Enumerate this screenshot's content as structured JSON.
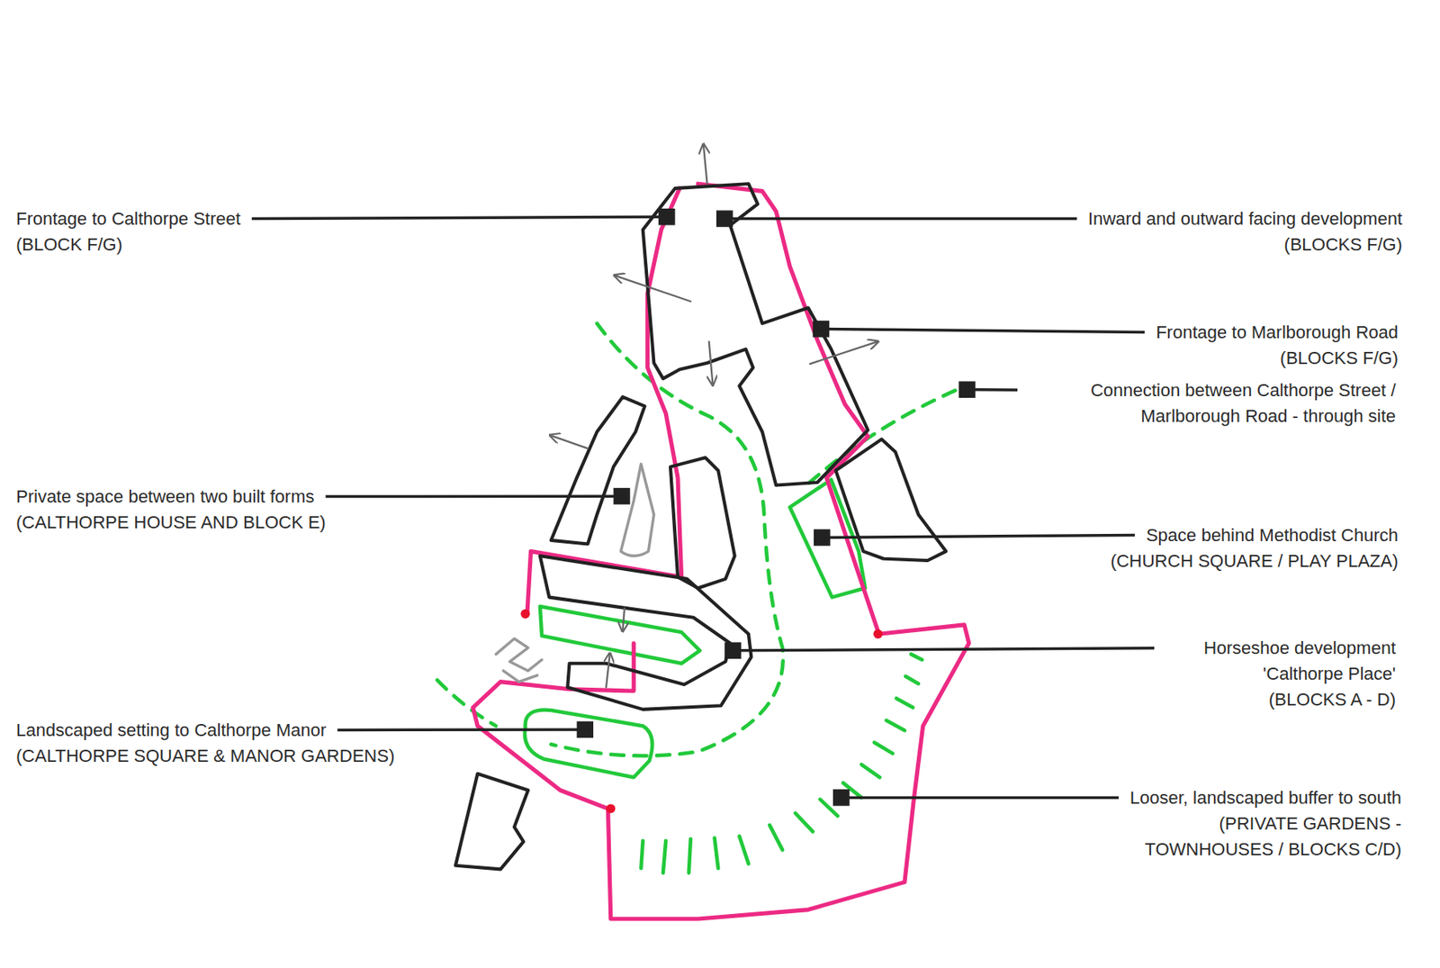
{
  "diagram": {
    "labels": [
      "Frontage to Calthorpe Street",
      "(BLOCK F/G)",
      "Inward and outward facing development",
      "(BLOCKS F/G)",
      "Frontage to Marlborough Road",
      "(BLOCKS F/G)",
      "Connection between Calthorpe Street / Marlborough Road - through site",
      "Private space between two built forms",
      "(CALTHORPE HOUSE AND BLOCK E)",
      "Space behind Methodist Church",
      "(CHURCH SQUARE / PLAY PLAZA)",
      "Horseshoe development 'Calthorpe Place'",
      "(BLOCKS A - D)",
      "Landscaped setting to Calthorpe Manor",
      "(CALTHORPE SQUARE & MANOR GARDENS)",
      "Looser, landscaped buffer to south",
      "(PRIVATE GARDENS - TOWNHOUSES / BLOCKS C/D)"
    ]
  }
}
